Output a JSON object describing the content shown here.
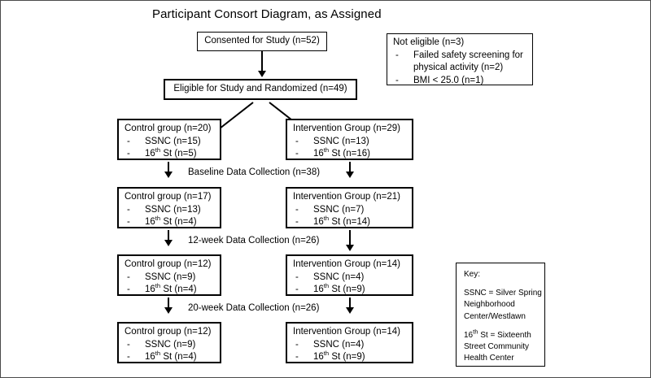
{
  "figure": {
    "title": "Participant Consort Diagram, as Assigned",
    "type": "flowchart"
  },
  "nodes": {
    "consented": {
      "title": "Consented for Study (n=52)"
    },
    "eligible": {
      "title": "Eligible for Study and Randomized (n=49)"
    },
    "not_eligible": {
      "title": "Not eligible (n=3)",
      "items": [
        "Failed safety screening for",
        "physical activity (n=2)",
        "BMI < 25.0 (n=1)"
      ],
      "item1_line1": "Failed safety screening for",
      "item1_line2": "physical activity (n=2)",
      "item2": "BMI < 25.0 (n=1)"
    },
    "control_1": {
      "title": "Control group (n=20)",
      "ssnc": "SSNC (n=15)",
      "st16_pre": "16",
      "st16_sup": "th",
      "st16_post": " St (n=5)"
    },
    "intervention_1": {
      "title": "Intervention Group (n=29)",
      "ssnc": "SSNC (n=13)",
      "st16_pre": "16",
      "st16_sup": "th",
      "st16_post": " St (n=16)"
    },
    "control_2": {
      "title": "Control group (n=17)",
      "ssnc": "SSNC (n=13)",
      "st16_pre": "16",
      "st16_sup": "th",
      "st16_post": " St (n=4)"
    },
    "intervention_2": {
      "title": "Intervention Group (n=21)",
      "ssnc": "SSNC (n=7)",
      "st16_pre": "16",
      "st16_sup": "th",
      "st16_post": " St (n=14)"
    },
    "control_3": {
      "title": "Control group (n=12)",
      "ssnc": "SSNC (n=9)",
      "st16_pre": "16",
      "st16_sup": "th",
      "st16_post": " St (n=4)"
    },
    "intervention_3": {
      "title": "Intervention Group (n=14)",
      "ssnc": "SSNC (n=4)",
      "st16_pre": "16",
      "st16_sup": "th",
      "st16_post": " St (n=9)"
    },
    "control_4": {
      "title": "Control group (n=12)",
      "ssnc": "SSNC (n=9)",
      "st16_pre": "16",
      "st16_sup": "th",
      "st16_post": " St (n=4)"
    },
    "intervention_4": {
      "title": "Intervention Group (n=14)",
      "ssnc": "SSNC (n=4)",
      "st16_pre": "16",
      "st16_sup": "th",
      "st16_post": " St (n=9)"
    }
  },
  "step_labels": {
    "baseline": "Baseline Data Collection (n=38)",
    "week12": "12-week Data Collection (n=26)",
    "week20": "20-week Data Collection (n=26)"
  },
  "key": {
    "heading": "Key:",
    "ssnc_line1": "SSNC = Silver Spring",
    "ssnc_line2": "Neighborhood",
    "ssnc_line3": "Center/Westlawn",
    "st16_pre": "16",
    "st16_sup": "th",
    "st16_post": " St = Sixteenth",
    "st16_line2": "Street Community",
    "st16_line3": "Health Center"
  },
  "bullet": {
    "dash": "-"
  },
  "colors": {
    "stroke": "#000000",
    "background": "#ffffff",
    "frame": "#4a4a4a"
  }
}
